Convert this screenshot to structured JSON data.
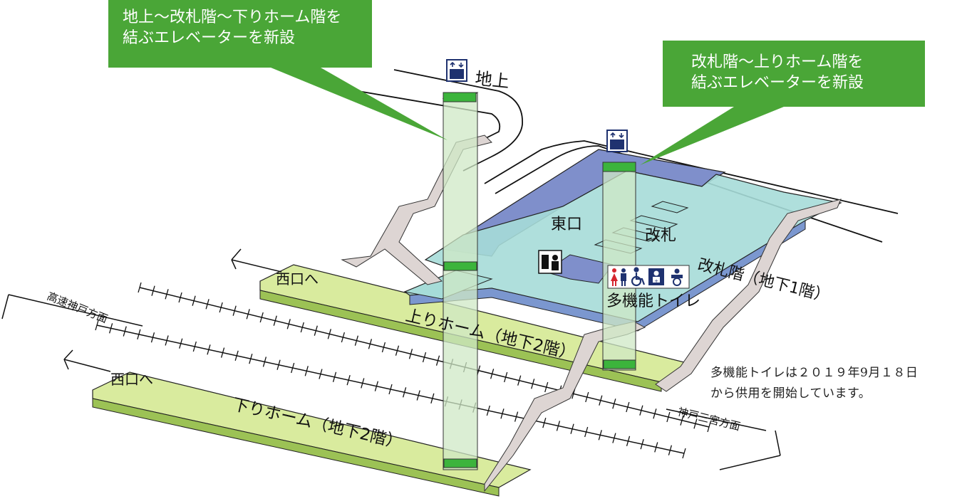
{
  "callouts": {
    "west_elevator": {
      "line1": "地上〜改札階〜下りホーム階を",
      "line2": "結ぶエレベーターを新設"
    },
    "east_elevator": {
      "line1": "改札階〜上りホーム階を",
      "line2": "結ぶエレベーターを新設"
    }
  },
  "labels": {
    "ground": "地上",
    "east_exit": "東口",
    "ticket_gate": "改札",
    "concourse": "改札階（地下1階）",
    "multipurpose_toilet": "多機能トイレ",
    "west_exit_upper": "西口へ",
    "west_exit_lower": "西口へ",
    "up_platform": "上りホーム（地下2階）",
    "down_platform": "下りホーム（地下2階）",
    "dir_kosoku_kobe": "高速神戸方面",
    "dir_kobe_sannomiya": "神戸三宮方面"
  },
  "note": {
    "line1": "多機能トイレは２０１９年9月１８日",
    "line2": "から供用を開始しています。"
  },
  "colors": {
    "callout_green": "#4aa637",
    "elevator_shaft": "#cfe8c5",
    "elevator_top": "#3cb43c",
    "concourse_blue": "#7f8fcb",
    "concourse_cyan": "#a6dcd8",
    "platform_green": "#d9eb9e",
    "stair_gray": "#ddd5d3",
    "toilet_red": "#d5262e",
    "icon_navy": "#1f3270"
  },
  "icons": [
    "elevator-icon",
    "ticket-machine-icon",
    "female-toilet-icon",
    "male-toilet-icon",
    "wheelchair-icon",
    "ostomate-icon",
    "baby-changing-icon"
  ]
}
